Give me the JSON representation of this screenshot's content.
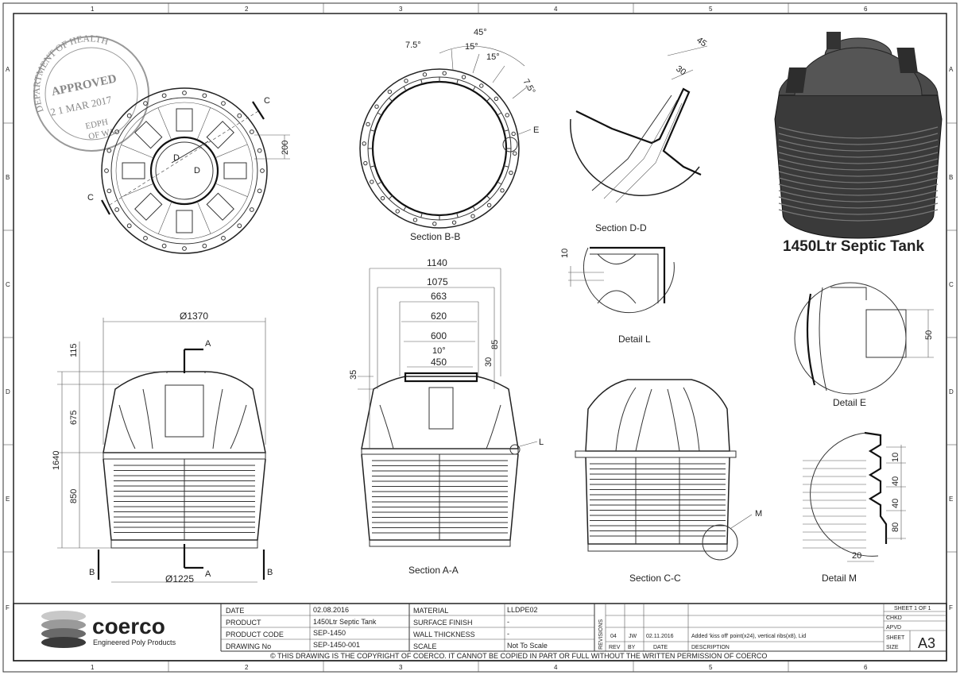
{
  "grid": {
    "columns": [
      "1",
      "2",
      "3",
      "4",
      "5",
      "6"
    ],
    "rows": [
      "A",
      "B",
      "C",
      "D",
      "E",
      "F"
    ]
  },
  "stamp": {
    "line1": "DEPARTMENT OF HEALTH",
    "line2": "APPROVED",
    "date": "2 1 MAR 2017",
    "line3": "EDPH",
    "line4": "OF WA"
  },
  "title_3d": "1450Ltr Septic Tank",
  "views": {
    "plan": {
      "section_c": "C",
      "section_d": "D",
      "dim_200": "200"
    },
    "section_bb": {
      "caption": "Section B-B",
      "angle_45": "45°",
      "angle_7_5a": "7.5°",
      "angle_15a": "15°",
      "angle_15b": "15°",
      "angle_7_5b": "7.5°",
      "detail_e": "E"
    },
    "section_dd": {
      "caption": "Section D-D",
      "dim_45": "45",
      "dim_30": "30"
    },
    "detail_l": {
      "caption": "Detail L",
      "dim_10": "10"
    },
    "detail_e": {
      "caption": "Detail E",
      "dim_50": "50"
    },
    "detail_m": {
      "caption": "Detail M",
      "dim_10": "10",
      "dim_40a": "40",
      "dim_40b": "40",
      "dim_80": "80",
      "dim_20": "20"
    },
    "elevation": {
      "dia_top": "Ø1370",
      "dia_bottom": "Ø1225",
      "dim_115": "115",
      "dim_675": "675",
      "dim_1640": "1640",
      "dim_850": "850",
      "sec_a_top": "A",
      "sec_a_bot": "A",
      "sec_b_left": "B",
      "sec_b_right": "B"
    },
    "section_aa": {
      "caption": "Section A-A",
      "dim_1140": "1140",
      "dim_1075": "1075",
      "dim_663": "663",
      "dim_620": "620",
      "dim_600": "600",
      "dim_10deg": "10°",
      "dim_450": "450",
      "dim_35": "35",
      "dim_85": "85",
      "dim_30": "30",
      "detail_l": "L"
    },
    "section_cc": {
      "caption": "Section C-C",
      "detail_m": "M"
    }
  },
  "title_block": {
    "company": "coerco",
    "tagline": "Engineered Poly Products",
    "labels": {
      "date": "DATE",
      "product": "PRODUCT",
      "product_code": "PRODUCT CODE",
      "drawing_no": "DRAWING No",
      "material": "MATERIAL",
      "surface_finish": "SURFACE FINISH",
      "wall_thickness": "WALL THICKNESS",
      "scale": "SCALE"
    },
    "values": {
      "date": "02.08.2016",
      "product": "1450Ltr Septic Tank",
      "product_code": "SEP-1450",
      "drawing_no": "SEP-1450-001",
      "material": "LLDPE02",
      "surface_finish": "-",
      "wall_thickness": "-",
      "scale": "Not To Scale"
    },
    "revisions": {
      "header": "REVISIONS",
      "rev": "04",
      "by": "JW",
      "date": "02.11.2016",
      "description": "Added 'kiss off' point(x24), vertical ribs(x8), Lid",
      "col_rev": "REV",
      "col_by": "BY",
      "col_date": "DATE",
      "col_description": "DESCRIPTION"
    },
    "sheet": "SHEET 1  OF 1",
    "chkd": "CHKD",
    "apvd": "APVD",
    "sheet_label": "SHEET",
    "size_label": "SIZE",
    "size_value": "A3",
    "copyright": "© THIS DRAWING IS THE COPYRIGHT OF COERCO. IT CANNOT BE COPIED IN PART OR FULL WITHOUT THE WRITTEN PERMISSION OF COERCO"
  }
}
